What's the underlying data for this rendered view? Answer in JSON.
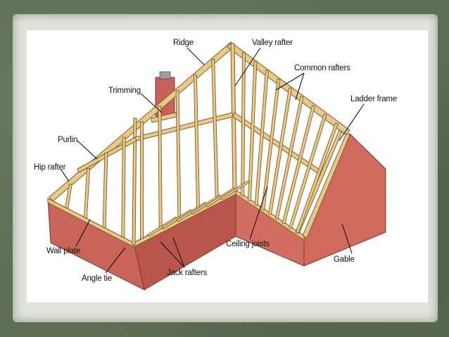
{
  "labels": {
    "ridge": "Ridge",
    "valley_rafter": "Valley rafter",
    "common_rafters": "Common rafters",
    "trimming": "Trimming",
    "ladder_frame": "Ladder frame",
    "purlin": "Purlin",
    "hip_rafter": "Hip rafter",
    "wall_plate": "Wall plate",
    "angle_tie": "Angle tie",
    "jack_rafters": "Jack rafters",
    "ceiling_joists": "Ceiling joists",
    "gable": "Gable"
  },
  "colors": {
    "frame": "#5d6d56",
    "mat": "#dfe3d8",
    "brick": "#c8645a",
    "brick_dark": "#a54a42",
    "timber": "#e8c98a",
    "timber_edge": "#8a6a34"
  }
}
